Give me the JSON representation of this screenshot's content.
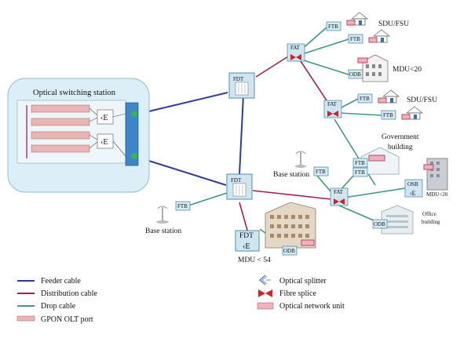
{
  "station": {
    "title": "Optical switching station"
  },
  "nodes": {
    "fdt": "FDT",
    "fat": "FAT",
    "ftb": "FTB",
    "odb": "ODB",
    "osb": "OSB"
  },
  "endpoints": {
    "sdu_fsu": "SDU/FSU",
    "mdu_lt20": "MDU<20",
    "gov_building_line1": "Government",
    "gov_building_line2": "building",
    "base_station": "Base station",
    "mdu_lt20_small": "MDU<20",
    "office_line1": "Office",
    "office_line2": "building",
    "mdu_lt54": "MDU < 54"
  },
  "legend": {
    "feeder": "Feeder cable",
    "distribution": "Distribution cable",
    "drop": "Drop cable",
    "olt_port": "GPON OLT port",
    "splitter": "Optical splitter",
    "splice": "Fibre splice",
    "onu": "Optical network unit"
  },
  "colors": {
    "feeder": "#2e3d9c",
    "distribution": "#a0244f",
    "drop": "#3f9a78",
    "box_fill": "#cfe6f0",
    "box_stroke": "#4f8fb0",
    "splice": "#d4212a",
    "onu": "#e9b5b7"
  }
}
